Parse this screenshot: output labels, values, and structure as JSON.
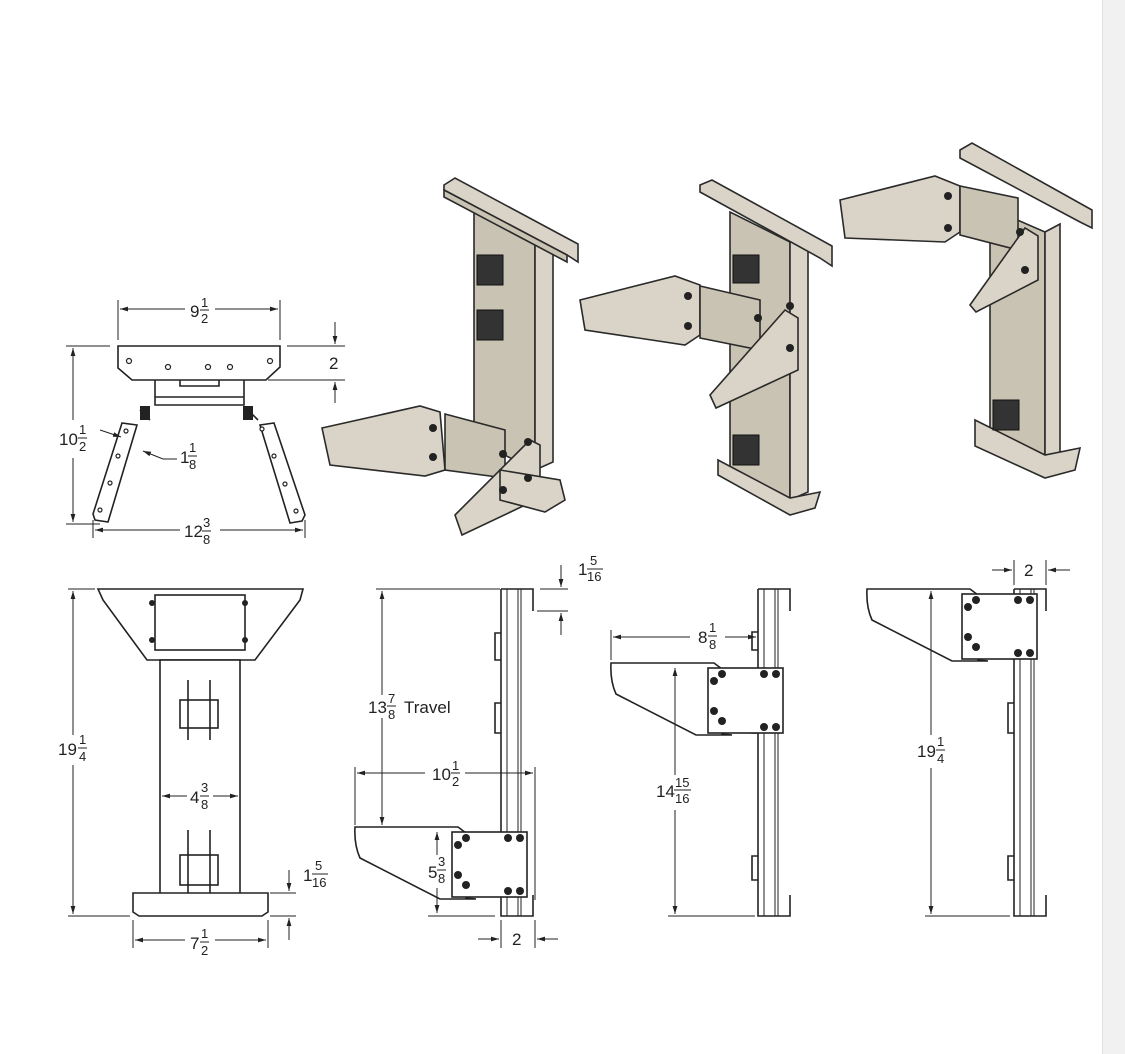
{
  "dimensions": {
    "top_width": {
      "whole": "9",
      "num": "1",
      "den": "2"
    },
    "top_flange_height": {
      "whole": "2"
    },
    "top_overall_height": {
      "whole": "10",
      "num": "1",
      "den": "2"
    },
    "arm_width": {
      "whole": "1",
      "num": "1",
      "den": "8"
    },
    "top_span": {
      "whole": "12",
      "num": "3",
      "den": "8"
    },
    "front_height": {
      "whole": "19",
      "num": "1",
      "den": "4"
    },
    "front_column_width": {
      "whole": "4",
      "num": "3",
      "den": "8"
    },
    "front_foot": {
      "whole": "1",
      "num": "5",
      "den": "16"
    },
    "front_base_width": {
      "whole": "7",
      "num": "1",
      "den": "2"
    },
    "side1_top_offset": {
      "whole": "1",
      "num": "5",
      "den": "16"
    },
    "side1_travel": {
      "whole": "13",
      "num": "7",
      "den": "8",
      "suffix": "Travel"
    },
    "side1_arm_reach": {
      "whole": "10",
      "num": "1",
      "den": "2"
    },
    "side1_arm_height": {
      "whole": "5",
      "num": "3",
      "den": "8"
    },
    "side1_depth": {
      "whole": "2"
    },
    "side2_arm_reach": {
      "whole": "8",
      "num": "1",
      "den": "8"
    },
    "side2_height": {
      "whole": "14",
      "num": "15",
      "den": "16"
    },
    "side3_depth": {
      "whole": "2"
    },
    "side3_height": {
      "whole": "19",
      "num": "1",
      "den": "4"
    }
  }
}
